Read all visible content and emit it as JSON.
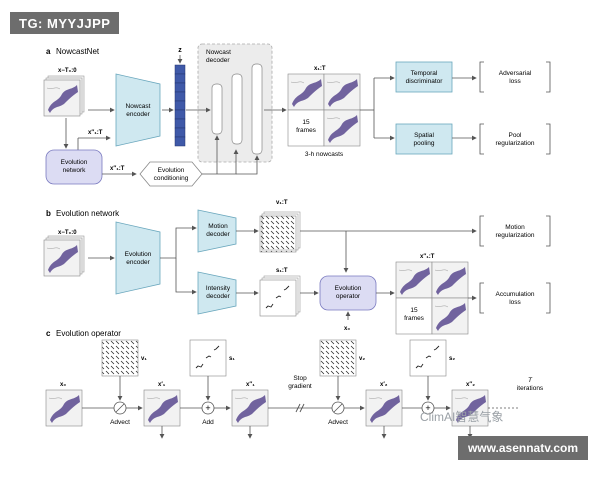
{
  "tag": "TG: MYYJJPP",
  "watermark": "www.asennatv.com",
  "wechat": "ClimAI智慧气象",
  "panel_a": {
    "letter": "a",
    "title": "NowcastNet",
    "input_label": "x−T₀:0",
    "z_label": "z",
    "encoder": [
      "Nowcast",
      "encoder"
    ],
    "decoder": [
      "Nowcast",
      "decoder"
    ],
    "output_label": "x₁:T",
    "frames": [
      "15",
      "frames"
    ],
    "nowcasts": "3-h nowcasts",
    "temporal": [
      "Temporal",
      "discriminator"
    ],
    "spatial": [
      "Spatial",
      "pooling"
    ],
    "adv_loss": [
      "Adversarial",
      "loss"
    ],
    "pool_reg": [
      "Pool",
      "regularization"
    ],
    "evo_net": [
      "Evolution",
      "network"
    ],
    "evo_cond": [
      "Evolution",
      "conditioning"
    ],
    "x_pp": "x″₁:T"
  },
  "panel_b": {
    "letter": "b",
    "title": "Evolution network",
    "input_label": "x−T₀:0",
    "encoder": [
      "Evolution",
      "encoder"
    ],
    "motion_dec": [
      "Motion",
      "decoder"
    ],
    "intensity_dec": [
      "Intensity",
      "decoder"
    ],
    "v_label": "v₁:T",
    "s_label": "s₁:T",
    "operator": [
      "Evolution",
      "operator"
    ],
    "x0_label": "x₀",
    "out_label": "x″₁:T",
    "frames": [
      "15",
      "frames"
    ],
    "motion_reg": [
      "Motion",
      "regularization"
    ],
    "acc_loss": [
      "Accumulation",
      "loss"
    ]
  },
  "panel_c": {
    "letter": "c",
    "title": "Evolution operator",
    "x0": "x₀",
    "v1": "v₁",
    "s1": "s₁",
    "x1p": "x′₁",
    "x1pp": "x″₁",
    "advect": "Advect",
    "add": "Add",
    "stop": [
      "Stop",
      "gradient"
    ],
    "v2": "v₂",
    "s2": "s₂",
    "x2p": "x′₂",
    "x2pp": "x″₂",
    "advect2": "Advect",
    "iter": [
      "T",
      "iterations"
    ]
  },
  "colors": {
    "encoder_fill": "#cfe8f0",
    "evo_fill": "#dcdcf3",
    "z_fill": "#3f59a8",
    "radar_purple": "#5a4a8f",
    "decoder_bg": "#ececec"
  }
}
